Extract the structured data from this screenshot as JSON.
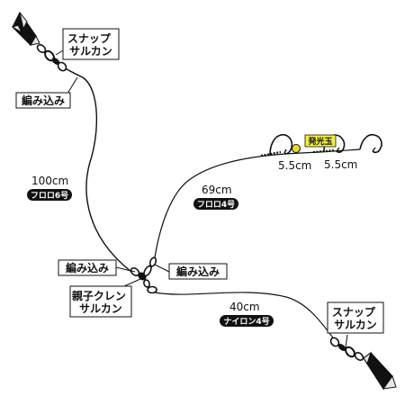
{
  "labels": {
    "snap_swivel_top": [
      "スナップ",
      "サルカン"
    ],
    "snap_swivel_right": [
      "スナップ",
      "サルカン"
    ],
    "braid_top": "編み込み",
    "braid_center_left": "編み込み",
    "braid_center_right": "編み込み",
    "cross_swivel": [
      "親子クレン",
      "サルカン"
    ],
    "bead": "発光玉"
  },
  "segments": {
    "main_line": {
      "length": "100cm",
      "line": "フロロ6号"
    },
    "branch_line": {
      "length": "69cm",
      "line": "フロロ4号"
    },
    "lower_line": {
      "length": "40cm",
      "line": "ナイロン4号"
    },
    "hook_spacing_1": "5.5cm",
    "hook_spacing_2": "5.5cm"
  },
  "colors": {
    "line": "#111111",
    "bead": "#e8dc2a",
    "bead_label_bg": "#f2ee3c",
    "sinker_light": "#e6e6e6"
  }
}
